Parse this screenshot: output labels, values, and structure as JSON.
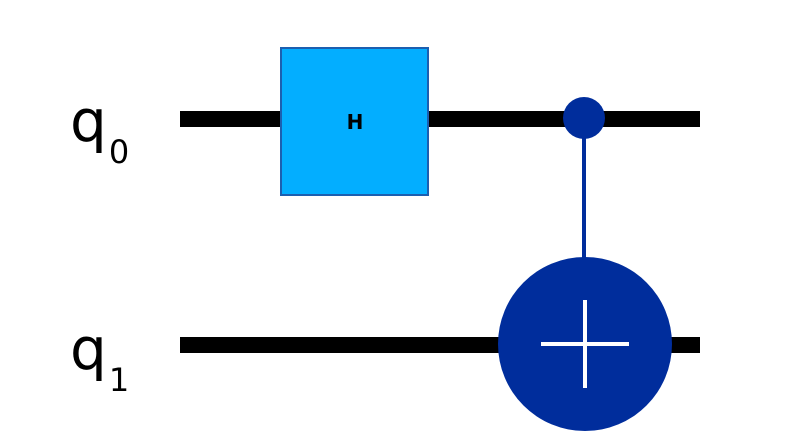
{
  "qubits": [
    {
      "letter": "q",
      "index": "0"
    },
    {
      "letter": "q",
      "index": "1"
    }
  ],
  "gates": {
    "hadamard": {
      "label": "H",
      "fill": "#03aeff",
      "stroke": "#1c5fb0"
    },
    "cnot": {
      "fill": "#002d9c",
      "symbol_color": "#ffffff"
    }
  },
  "colors": {
    "wire": "#000000",
    "background": "#ffffff"
  }
}
